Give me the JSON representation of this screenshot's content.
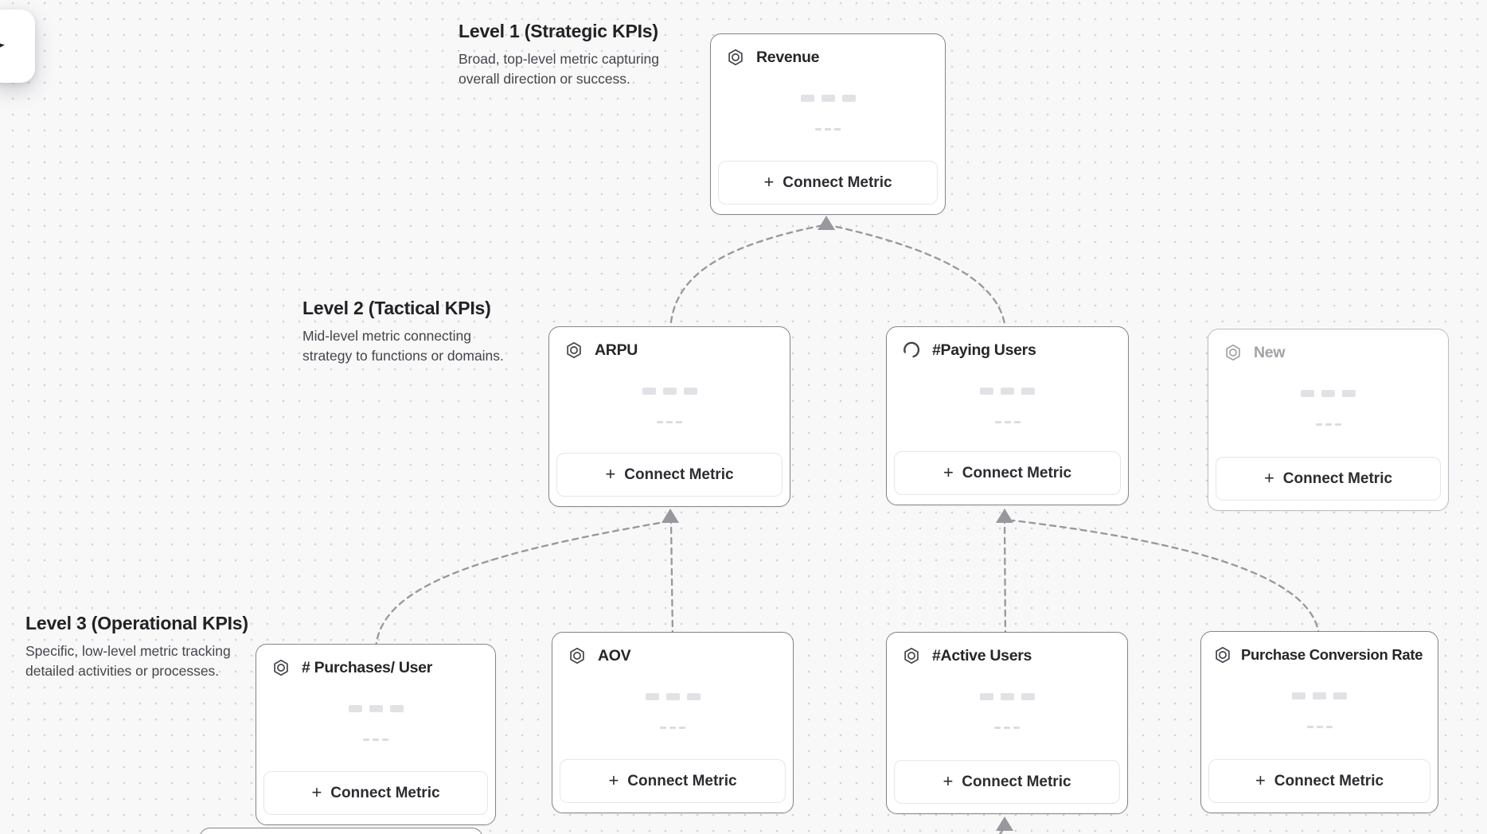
{
  "canvas": {
    "description": "Metric tree builder canvas with dotted grid",
    "tool_chip_icon": "cursor-icon"
  },
  "levels": [
    {
      "heading": "Level 1 (Strategic KPIs)",
      "desc_line1": "Broad, top-level metric capturing",
      "desc_line2": "overall direction or success."
    },
    {
      "heading": "Level 2 (Tactical KPIs)",
      "desc_line1": "Mid-level metric connecting",
      "desc_line2": "strategy to functions or domains."
    },
    {
      "heading": "Level 3 (Operational KPIs)",
      "desc_line1": "Specific, low-level metric tracking",
      "desc_line2": "detailed activities or processes."
    }
  ],
  "cards": [
    {
      "title": "Revenue",
      "icon": "hexagon-metric-icon",
      "state": "default"
    },
    {
      "title": "ARPU",
      "icon": "hexagon-metric-icon",
      "state": "default"
    },
    {
      "title": "#Paying Users",
      "icon": "spinner-icon",
      "state": "loading"
    },
    {
      "title": "New",
      "icon": "hexagon-metric-icon",
      "state": "draft"
    },
    {
      "title": "# Purchases/ User",
      "icon": "hexagon-metric-icon",
      "state": "default"
    },
    {
      "title": "AOV",
      "icon": "hexagon-metric-icon",
      "state": "default"
    },
    {
      "title": "#Active Users",
      "icon": "hexagon-metric-icon",
      "state": "default"
    },
    {
      "title": "Purchase Conversion Rate",
      "icon": "hexagon-metric-icon",
      "state": "default"
    }
  ],
  "ui": {
    "connect_metric_label": "Connect Metric",
    "plus_glyph": "+"
  },
  "colors": {
    "connector": "#97979d",
    "card_border": "#85858b",
    "canvas_bg": "#f8f8f9"
  }
}
